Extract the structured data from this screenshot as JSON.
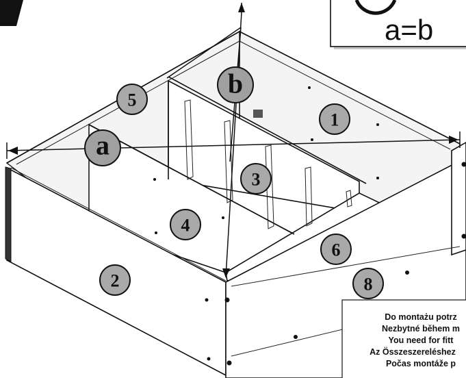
{
  "labels": {
    "a": "a",
    "b": "b",
    "p1": "1",
    "p2": "2",
    "p3": "3",
    "p4": "4",
    "p5": "5",
    "p6": "6",
    "p8": "8"
  },
  "formula": "a=b",
  "note_lines": [
    "Do montażu potrz",
    "Nezbytné během m",
    "You need for fitt",
    "Az Összeszereléshez",
    "Počas montáže p"
  ]
}
